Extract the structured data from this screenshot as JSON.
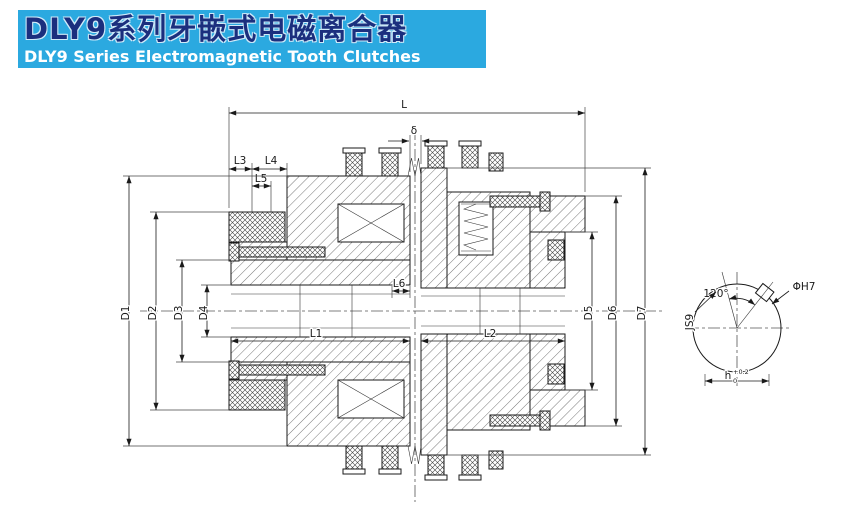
{
  "header": {
    "title_zh": "DLY9系列牙嵌式电磁离合器",
    "title_en": "DLY9 Series Electromagnetic Tooth Clutches"
  },
  "colors": {
    "header_bg": "#2BA9E0",
    "title_zh": "#1B2F7E",
    "title_en": "#FFFFFF",
    "line": "#1A1A1A"
  },
  "drawing": {
    "dims": {
      "L": "L",
      "delta": "δ",
      "L1": "L1",
      "L2": "L2",
      "L3": "L3",
      "L4": "L4",
      "L5": "L5",
      "L6": "L6",
      "D1": "D1",
      "D2": "D2",
      "D3": "D3",
      "D4": "D4",
      "D5": "D5",
      "D6": "D6",
      "D7": "D7"
    },
    "detail": {
      "angle": "120°",
      "bore": "ΦH7",
      "key_width_tol": "JS9",
      "key_depth": "h",
      "key_depth_tol_upper": "+0.2",
      "key_depth_tol_lower": "0"
    }
  }
}
